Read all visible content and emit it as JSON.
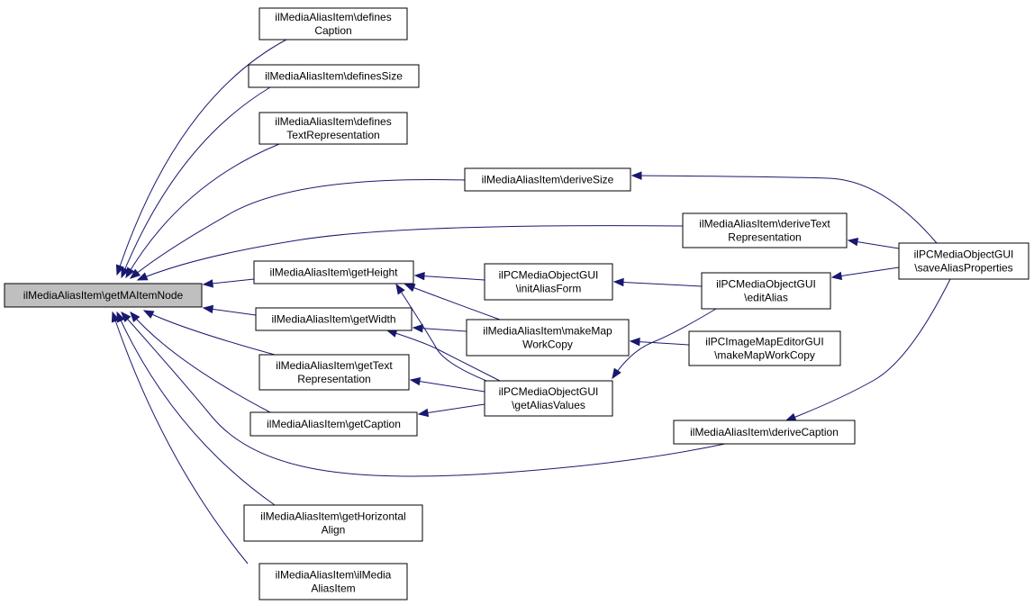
{
  "diagram": {
    "type": "call-graph",
    "colors": {
      "edge": "#191970",
      "node_fill": "#ffffff",
      "root_fill": "#bfbfbf",
      "border": "#000000"
    },
    "nodes": [
      {
        "id": "root",
        "lines": [
          "ilMediaAliasItem\\getMAItemNode"
        ],
        "root": true
      },
      {
        "id": "defCaption",
        "lines": [
          "ilMediaAliasItem\\defines",
          "Caption"
        ]
      },
      {
        "id": "defSize",
        "lines": [
          "ilMediaAliasItem\\definesSize"
        ]
      },
      {
        "id": "defTextRep",
        "lines": [
          "ilMediaAliasItem\\defines",
          "TextRepresentation"
        ]
      },
      {
        "id": "deriveSize",
        "lines": [
          "ilMediaAliasItem\\deriveSize"
        ]
      },
      {
        "id": "deriveText",
        "lines": [
          "ilMediaAliasItem\\deriveText",
          "Representation"
        ]
      },
      {
        "id": "saveAlias",
        "lines": [
          "ilPCMediaObjectGUI",
          "\\saveAliasProperties"
        ]
      },
      {
        "id": "getHeight",
        "lines": [
          "ilMediaAliasItem\\getHeight"
        ]
      },
      {
        "id": "initAlias",
        "lines": [
          "ilPCMediaObjectGUI",
          "\\initAliasForm"
        ]
      },
      {
        "id": "editAlias",
        "lines": [
          "ilPCMediaObjectGUI",
          "\\editAlias"
        ]
      },
      {
        "id": "getWidth",
        "lines": [
          "ilMediaAliasItem\\getWidth"
        ]
      },
      {
        "id": "makeMap",
        "lines": [
          "ilMediaAliasItem\\makeMap",
          "WorkCopy"
        ]
      },
      {
        "id": "imgMap",
        "lines": [
          "ilPCImageMapEditorGUI",
          "\\makeMapWorkCopy"
        ]
      },
      {
        "id": "getTextRep",
        "lines": [
          "ilMediaAliasItem\\getText",
          "Representation"
        ]
      },
      {
        "id": "getAliasVal",
        "lines": [
          "ilPCMediaObjectGUI",
          "\\getAliasValues"
        ]
      },
      {
        "id": "getCaption",
        "lines": [
          "ilMediaAliasItem\\getCaption"
        ]
      },
      {
        "id": "deriveCap",
        "lines": [
          "ilMediaAliasItem\\deriveCaption"
        ]
      },
      {
        "id": "getHAlign",
        "lines": [
          "ilMediaAliasItem\\getHorizontal",
          "Align"
        ]
      },
      {
        "id": "ctor",
        "lines": [
          "ilMediaAliasItem\\ilMedia",
          "AliasItem"
        ]
      }
    ],
    "edges": [
      {
        "from": "defCaption",
        "to": "root"
      },
      {
        "from": "defSize",
        "to": "root"
      },
      {
        "from": "defTextRep",
        "to": "root"
      },
      {
        "from": "deriveSize",
        "to": "root"
      },
      {
        "from": "deriveText",
        "to": "root"
      },
      {
        "from": "getHeight",
        "to": "root"
      },
      {
        "from": "getWidth",
        "to": "root"
      },
      {
        "from": "getTextRep",
        "to": "root"
      },
      {
        "from": "getCaption",
        "to": "root"
      },
      {
        "from": "deriveCap",
        "to": "root"
      },
      {
        "from": "getHAlign",
        "to": "root"
      },
      {
        "from": "ctor",
        "to": "root"
      },
      {
        "from": "saveAlias",
        "to": "deriveSize"
      },
      {
        "from": "saveAlias",
        "to": "deriveText"
      },
      {
        "from": "saveAlias",
        "to": "editAlias"
      },
      {
        "from": "saveAlias",
        "to": "deriveCap"
      },
      {
        "from": "initAlias",
        "to": "getHeight"
      },
      {
        "from": "makeMap",
        "to": "getHeight"
      },
      {
        "from": "getAliasVal",
        "to": "getHeight"
      },
      {
        "from": "editAlias",
        "to": "initAlias"
      },
      {
        "from": "makeMap",
        "to": "getWidth"
      },
      {
        "from": "getAliasVal",
        "to": "getWidth"
      },
      {
        "from": "imgMap",
        "to": "makeMap"
      },
      {
        "from": "getAliasVal",
        "to": "getTextRep"
      },
      {
        "from": "getAliasVal",
        "to": "getCaption"
      },
      {
        "from": "editAlias",
        "to": "getAliasVal"
      }
    ]
  }
}
